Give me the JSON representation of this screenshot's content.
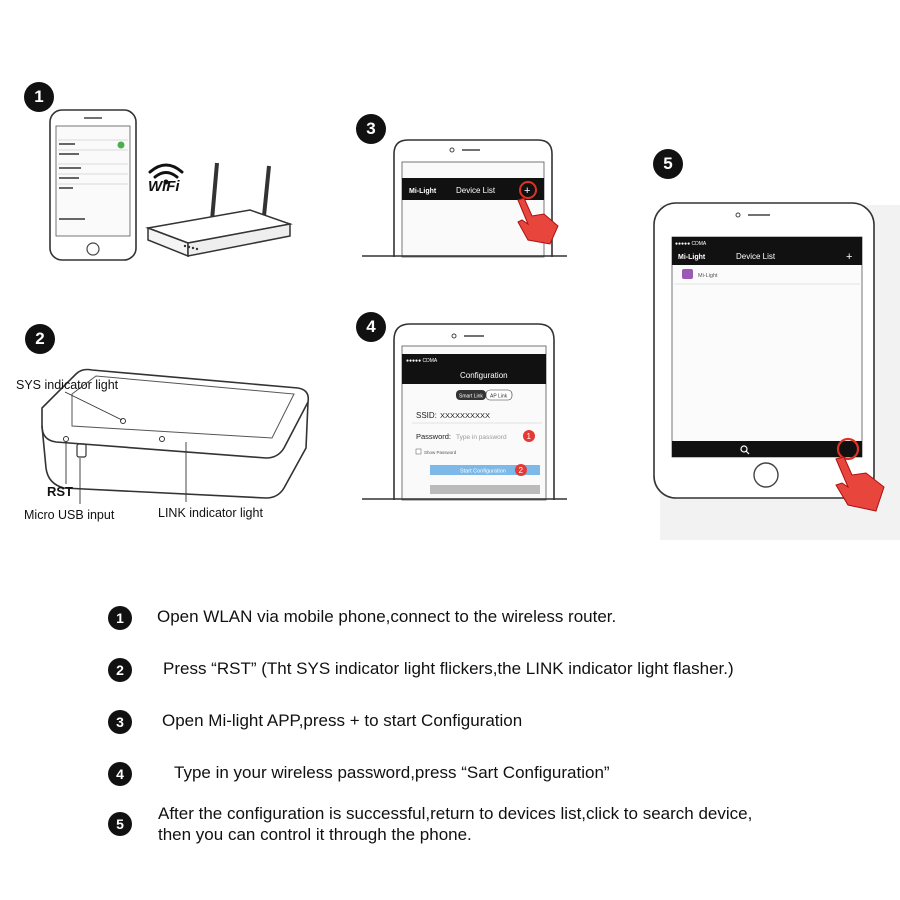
{
  "badges": {
    "b1": "1",
    "b2": "2",
    "b3": "3",
    "b4": "4",
    "b5": "5"
  },
  "panel1": {
    "wifi_label": "WiFi"
  },
  "panel2": {
    "sys_label": "SYS indicator light",
    "rst_label": "RST",
    "usb_label": "Micro USB input",
    "link_label": "LINK indicator light"
  },
  "panel3": {
    "brand": "Mi-Light",
    "title": "Device List",
    "plus": "+"
  },
  "panel4": {
    "status_carrier": "●●●●● CDMA",
    "title": "Configuration",
    "tab_smart": "Smart Link",
    "tab_ap": "AP Link",
    "ssid_label": "SSID:",
    "ssid_value": "XXXXXXXXXX",
    "password_label": "Password:",
    "password_placeholder": "Type in password",
    "show_password": "Show Password",
    "start_button": "Start Configuration",
    "marker1": "1",
    "marker2": "2"
  },
  "panel5": {
    "status_carrier": "●●●●● CDMA",
    "brand": "Mi-Light",
    "title": "Device List",
    "plus": "+",
    "device_name": "Mi-Light"
  },
  "steps": [
    {
      "num": "1",
      "text": "Open WLAN via mobile phone,connect to the wireless router."
    },
    {
      "num": "2",
      "text": "Press “RST” (Tht SYS indicator light flickers,the LINK indicator light flasher.)"
    },
    {
      "num": "3",
      "text": "Open Mi-light APP,press + to start Configuration"
    },
    {
      "num": "4",
      "text": "Type in your wireless password,press “Sart Configuration”"
    },
    {
      "num": "5",
      "line1": "After the configuration is successful,return to devices list,click to search device,",
      "line2": "then you can control it through the phone."
    }
  ]
}
